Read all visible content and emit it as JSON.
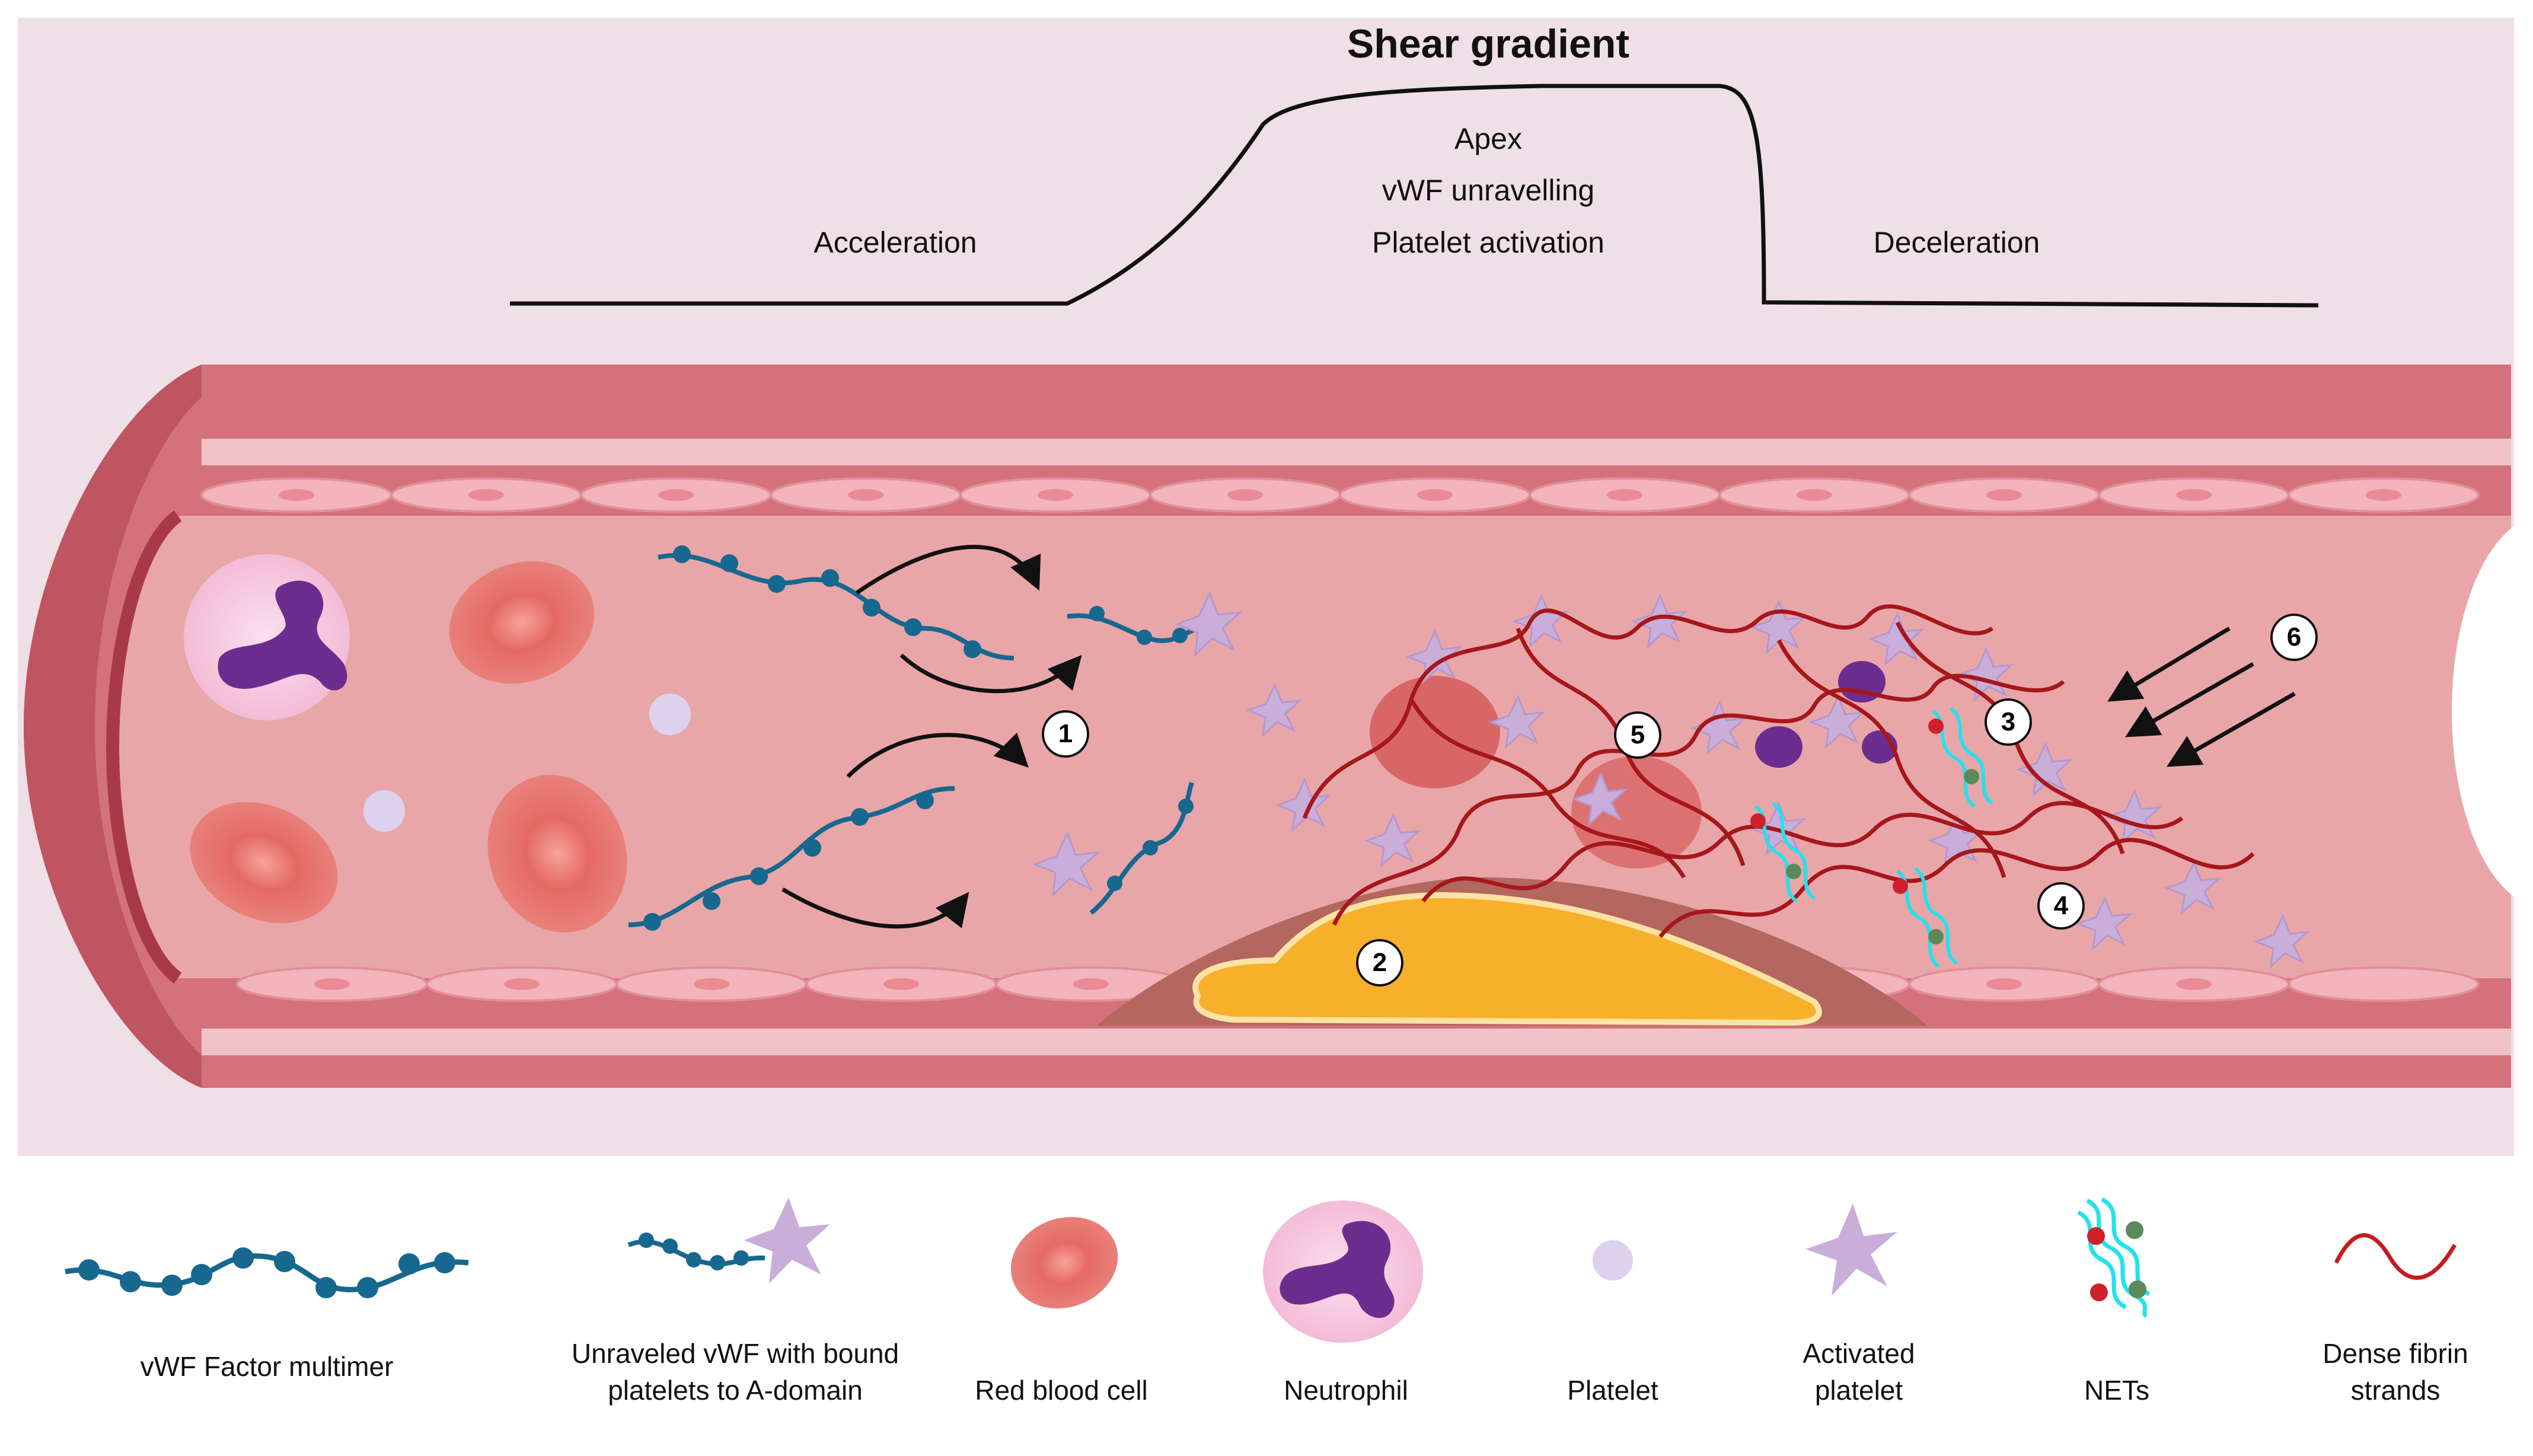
{
  "title": "Shear gradient",
  "phases": {
    "acceleration": "Acceleration",
    "apex": "Apex",
    "unravelling": "vWF unravelling",
    "activation": "Platelet activation",
    "deceleration": "Deceleration"
  },
  "markers": [
    "1",
    "2",
    "3",
    "4",
    "5",
    "6"
  ],
  "legend": [
    {
      "line1": "vWF Factor multimer",
      "line2": ""
    },
    {
      "line1": "Unraveled vWF  with bound",
      "line2": "platelets to A-domain"
    },
    {
      "line1": "Red blood cell",
      "line2": ""
    },
    {
      "line1": "Neutrophil",
      "line2": ""
    },
    {
      "line1": "Platelet",
      "line2": ""
    },
    {
      "line1": "Activated",
      "line2": "platelet"
    },
    {
      "line1": "NETs",
      "line2": ""
    },
    {
      "line1": "Dense fibrin",
      "line2": "strands"
    }
  ],
  "colors": {
    "vessel_wall": "#d4717a",
    "lumen": "#e9a6a8",
    "endothelium": "#f3b4bb",
    "vwf": "#17688f",
    "rbc": "#e8736f",
    "platelet": "#dcd2ee",
    "activated_platelet": "#c8aed8",
    "fibrin": "#a5171b",
    "nets": "#22e2ee",
    "plaque": "#f7b02c"
  }
}
